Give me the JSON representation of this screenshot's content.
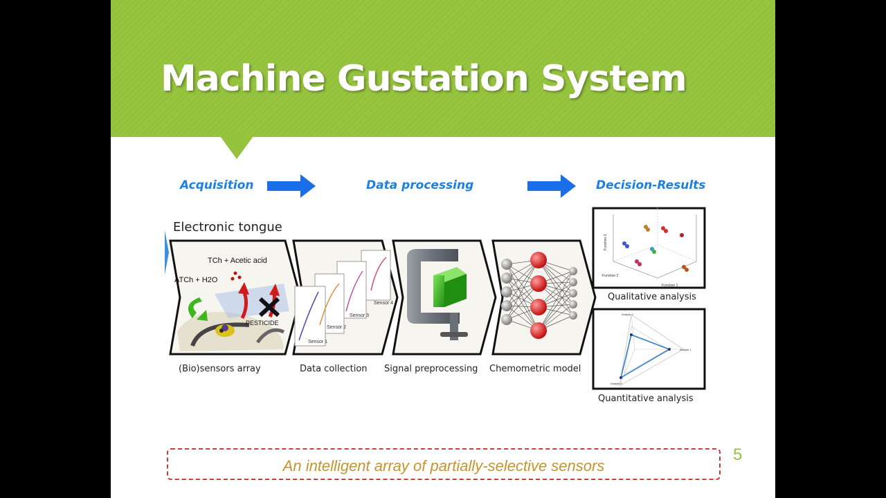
{
  "slide": {
    "title": "Machine Gustation System",
    "page_number": "5",
    "footer": "An intelligent array of partially-selective sensors",
    "colors": {
      "header": "#95c33e",
      "stage_text": "#1d7fe0",
      "footer_text": "#c7932e",
      "footer_border": "#cc3a3a"
    }
  },
  "diagram": {
    "stages": [
      "Acquisition",
      "Data processing",
      "Decision-Results"
    ],
    "tongue_label": "Electronic tongue",
    "biosensor": {
      "reagent_1": "TCh + Acetic acid",
      "reagent_2": "ATCh + H2O",
      "inhibitor": "PESTICIDE"
    },
    "sensor_labels": [
      "Sensor 1",
      "Sensor 2",
      "Sensor 3",
      "Sensor 4"
    ],
    "captions": [
      "(Bio)sensors array",
      "Data collection",
      "Signal preprocessing",
      "Chemometric model"
    ],
    "qualitative": {
      "caption": "Qualitative analysis",
      "axes": [
        "Function 1",
        "Function 2",
        "Function 3"
      ]
    },
    "quantitative": {
      "caption": "Quantitative analysis",
      "axes": [
        "Analyte 1",
        "Analyte 2",
        "Analyte 3"
      ]
    }
  }
}
